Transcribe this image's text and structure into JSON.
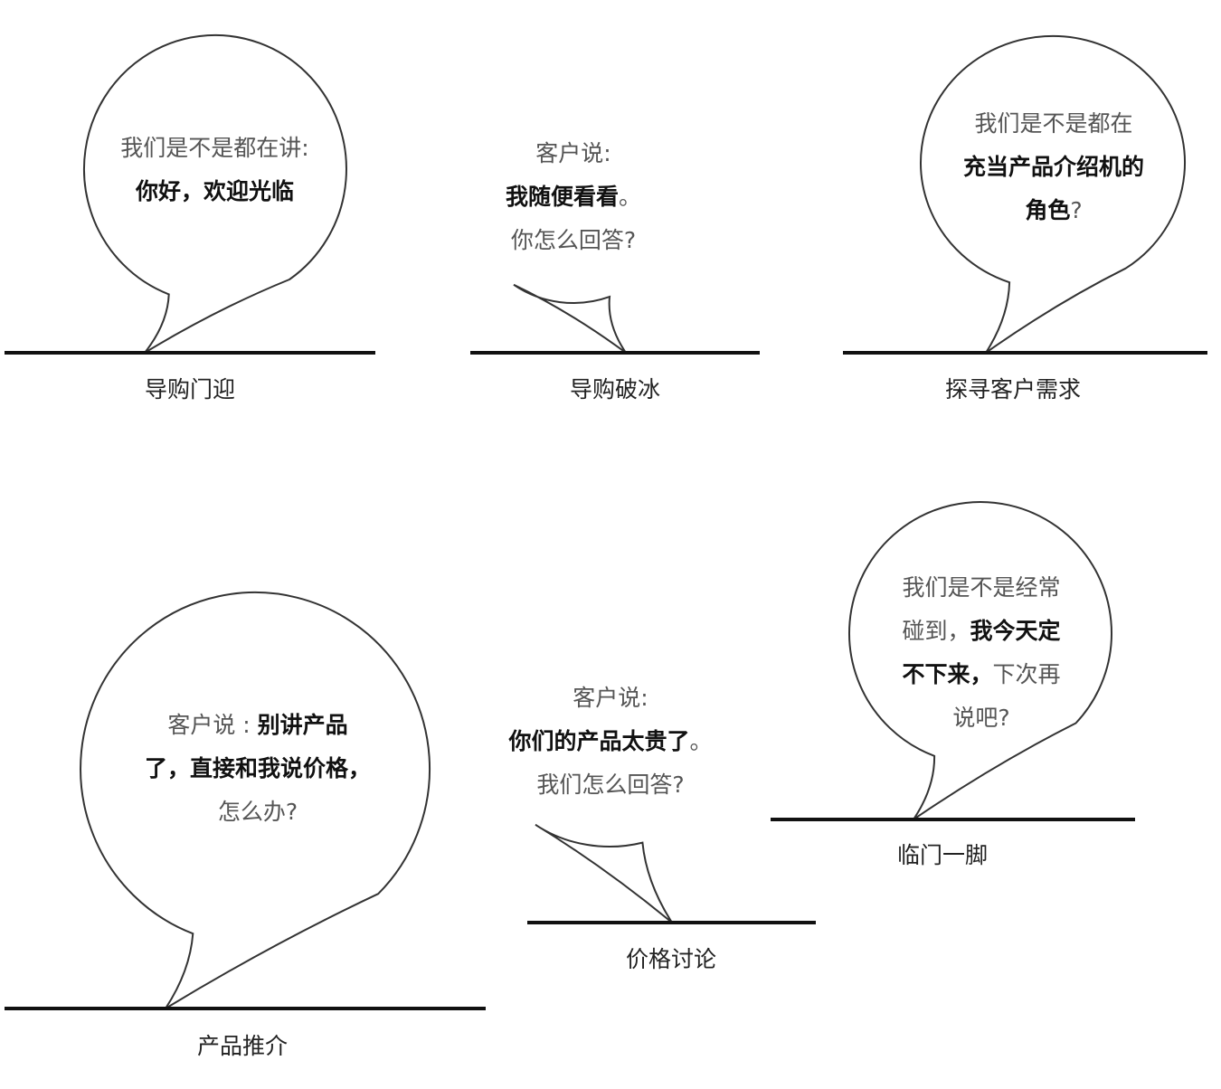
{
  "scenes": [
    {
      "id": "greeting",
      "label": "导购门迎",
      "lines": [
        [
          {
            "t": "我们是不是都在讲:",
            "b": false
          }
        ],
        [
          {
            "t": "你好，欢迎光临",
            "b": true
          }
        ]
      ]
    },
    {
      "id": "icebreak",
      "label": "导购破冰",
      "lines": [
        [
          {
            "t": "客户说:",
            "b": false
          }
        ],
        [
          {
            "t": "我随便看看",
            "b": true
          },
          {
            "t": "。",
            "b": false
          }
        ],
        [
          {
            "t": "你怎么回答?",
            "b": false
          }
        ]
      ]
    },
    {
      "id": "needs",
      "label": "探寻客户需求",
      "lines": [
        [
          {
            "t": "我们是不是都在",
            "b": false
          }
        ],
        [
          {
            "t": "充当产品介绍机的",
            "b": true
          }
        ],
        [
          {
            "t": "角色",
            "b": true
          },
          {
            "t": "?",
            "b": false
          }
        ]
      ]
    },
    {
      "id": "product",
      "label": "产品推介",
      "lines": [
        [
          {
            "t": "客户说 : ",
            "b": false
          },
          {
            "t": "别讲产品",
            "b": true
          }
        ],
        [
          {
            "t": "了，直接和我说价格，",
            "b": true
          }
        ],
        [
          {
            "t": "怎么办?",
            "b": false
          }
        ]
      ]
    },
    {
      "id": "price",
      "label": "价格讨论",
      "lines": [
        [
          {
            "t": "客户说:",
            "b": false
          }
        ],
        [
          {
            "t": "你们的产品太贵了",
            "b": true
          },
          {
            "t": "。",
            "b": false
          }
        ],
        [
          {
            "t": "我们怎么回答?",
            "b": false
          }
        ]
      ]
    },
    {
      "id": "closing",
      "label": "临门一脚",
      "lines": [
        [
          {
            "t": "我们是不是经常",
            "b": false
          }
        ],
        [
          {
            "t": "碰到，",
            "b": false
          },
          {
            "t": "我今天定",
            "b": true
          }
        ],
        [
          {
            "t": "不下来，",
            "b": true
          },
          {
            "t": "下次再",
            "b": false
          }
        ],
        [
          {
            "t": "说吧?",
            "b": false
          }
        ]
      ]
    }
  ]
}
